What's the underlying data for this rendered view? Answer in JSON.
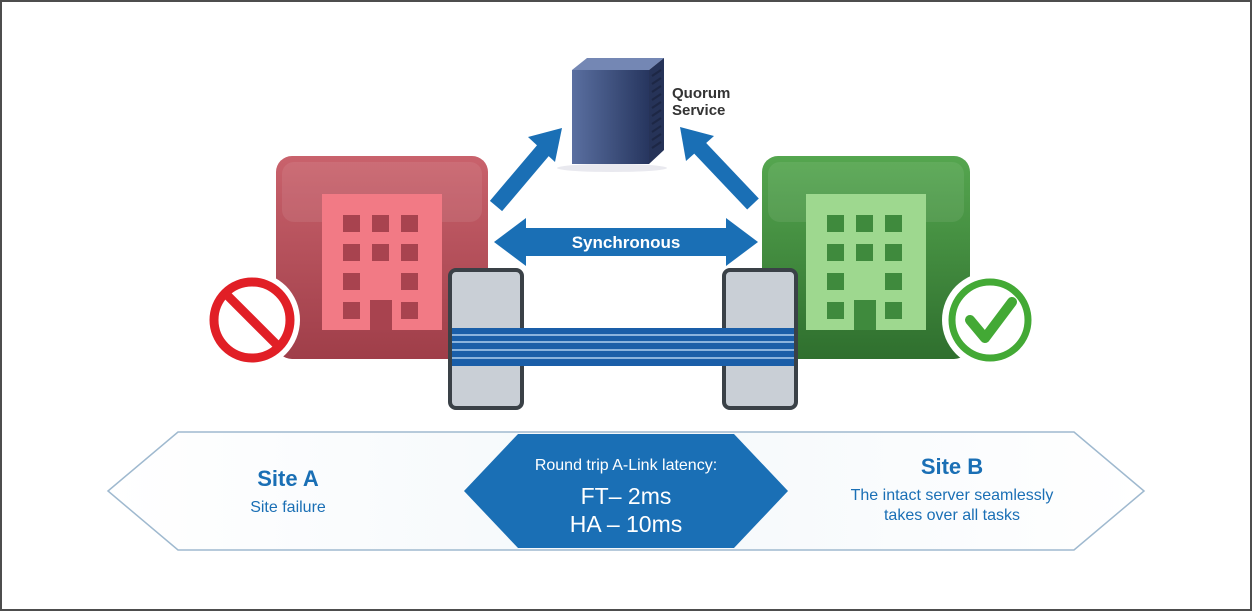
{
  "quorum": {
    "line1": "Quorum",
    "line2": "Service"
  },
  "sync": {
    "label": "Synchronous"
  },
  "site_a": {
    "title": "Site A",
    "status": "Site failure"
  },
  "site_b": {
    "title": "Site B",
    "desc_line1": "The intact server seamlessly",
    "desc_line2": "takes over all tasks"
  },
  "latency": {
    "heading": "Round trip A-Link latency:",
    "ft": "FT– 2ms",
    "ha": "HA – 10ms"
  },
  "colors": {
    "site_a_box": "#b5505b",
    "site_b_box": "#3f8a3d",
    "arrow_blue": "#1a6fb5",
    "banner_blue": "#1a6fb5",
    "fail_red": "#e11f26",
    "ok_green": "#43a935"
  },
  "icons": {
    "site_a_building": "building-icon",
    "site_b_building": "building-icon",
    "fail": "prohibited-icon",
    "ok": "checkmark-icon",
    "server": "server-icon"
  }
}
